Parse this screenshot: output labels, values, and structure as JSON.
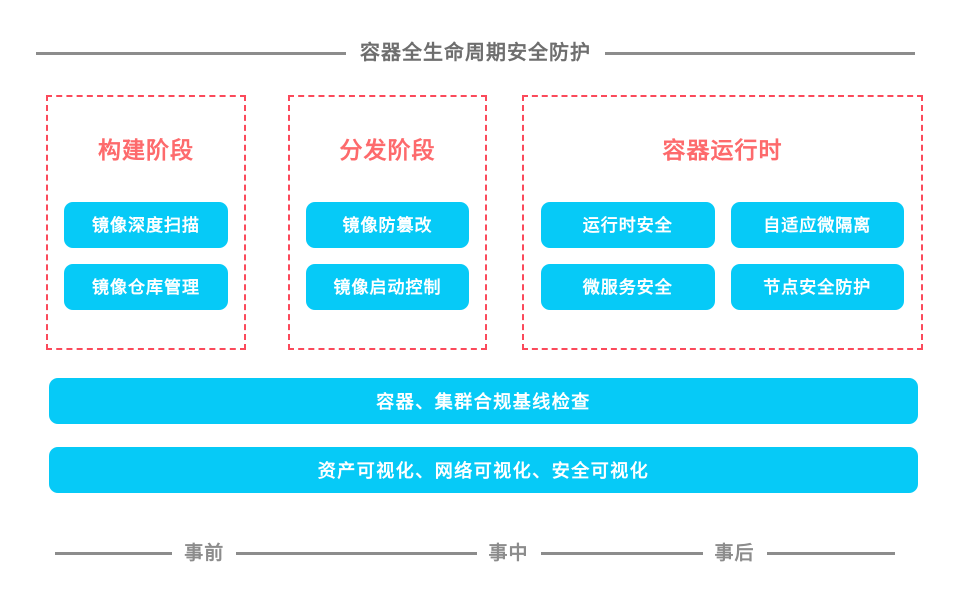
{
  "header": {
    "title": "容器全生命周期安全防护",
    "rule_color": "#8c8c8c",
    "title_color": "#6e6e6e"
  },
  "theme": {
    "accent_cyan": "#06caf7",
    "dashed_red": "#fb4a5b",
    "phase_title_red": "#fd6a6c",
    "background": "#ffffff"
  },
  "phases": [
    {
      "title": "构建阶段",
      "layout": "single-column",
      "items": [
        {
          "label": "镜像深度扫描"
        },
        {
          "label": "镜像仓库管理"
        }
      ]
    },
    {
      "title": "分发阶段",
      "layout": "single-column",
      "items": [
        {
          "label": "镜像防篡改"
        },
        {
          "label": "镜像启动控制"
        }
      ]
    },
    {
      "title": "容器运行时",
      "layout": "two-column",
      "items": [
        {
          "label": "运行时安全"
        },
        {
          "label": "自适应微隔离"
        },
        {
          "label": "微服务安全"
        },
        {
          "label": "节点安全防护"
        }
      ]
    }
  ],
  "wide_bars": [
    {
      "label": "容器、集群合规基线检查"
    },
    {
      "label": "资产可视化、网络可视化、安全可视化"
    }
  ],
  "timeline": {
    "labels": [
      {
        "label": "事前"
      },
      {
        "label": "事中"
      },
      {
        "label": "事后"
      }
    ]
  }
}
